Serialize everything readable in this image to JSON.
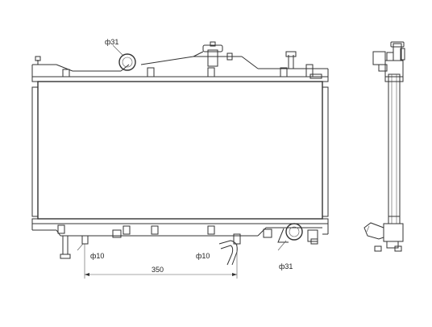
{
  "labels": {
    "inlet_top": "ф31",
    "outlet_bottom": "ф31",
    "drain_left": "ф10",
    "drain_right": "ф10",
    "width_dimension": "350"
  }
}
